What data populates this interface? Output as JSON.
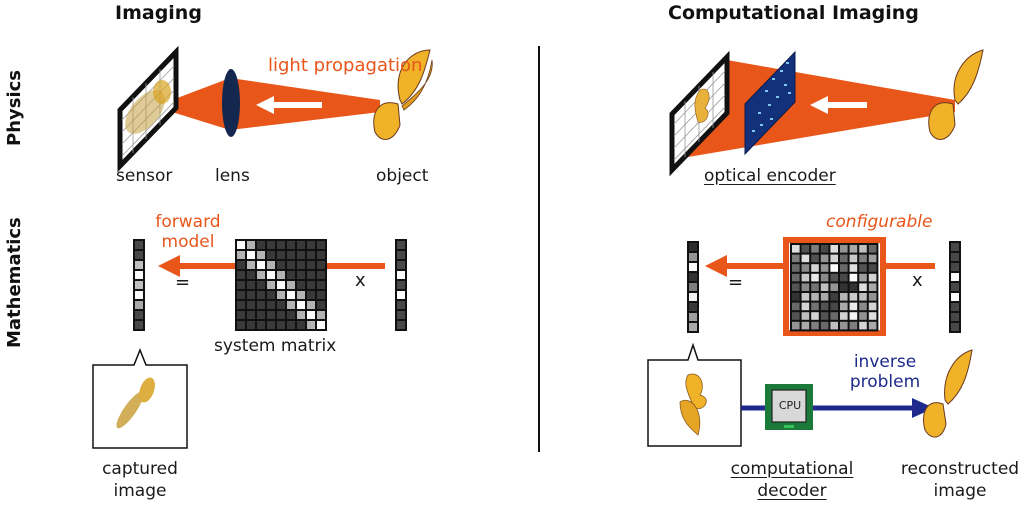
{
  "columns": {
    "left_title": "Imaging",
    "right_title": "Computational Imaging"
  },
  "rows": {
    "physics": "Physics",
    "mathematics": "Mathematics"
  },
  "imaging": {
    "physics": {
      "caption_light": "light propagation",
      "sensor": "sensor",
      "lens": "lens",
      "object": "object"
    },
    "math": {
      "forward_model": [
        "forward",
        "model"
      ],
      "equals": "=",
      "times": "x",
      "system_matrix": "system matrix",
      "captured_image": [
        "captured",
        "image"
      ],
      "output_vector": [
        0.15,
        0.15,
        0.7,
        1.0,
        0.7,
        1.0,
        0.6,
        0.15,
        0.15
      ],
      "input_vector": [
        0.15,
        0.15,
        0.15,
        1.0,
        0.15,
        1.0,
        0.15,
        0.15,
        0.15
      ],
      "matrix_type": "banded-diagonal"
    }
  },
  "computational": {
    "physics": {
      "optical_encoder": "optical encoder"
    },
    "math": {
      "configurable": "configurable",
      "equals": "=",
      "times": "x",
      "output_vector": [
        0.02,
        0.5,
        1.0,
        0.05,
        0.4,
        0.95,
        0.08,
        0.55,
        0.6
      ],
      "input_vector": [
        0.15,
        0.15,
        0.15,
        1.0,
        0.15,
        1.0,
        0.15,
        0.15,
        0.15
      ],
      "matrix": [
        [
          0.85,
          0.2,
          0.4,
          0.15,
          0.85,
          0.5,
          0.6,
          0.7,
          0.3
        ],
        [
          0.4,
          0.85,
          0.2,
          0.5,
          0.8,
          0.3,
          0.75,
          0.4,
          0.55
        ],
        [
          0.3,
          0.45,
          0.8,
          0.5,
          1.0,
          0.3,
          0.85,
          0.2,
          0.15
        ],
        [
          0.3,
          0.75,
          0.9,
          0.45,
          0.2,
          0.15,
          1.0,
          0.55,
          0.8
        ],
        [
          0.2,
          0.45,
          0.35,
          0.7,
          0.5,
          0.05,
          0.05,
          0.85,
          0.6
        ],
        [
          0.05,
          0.75,
          0.65,
          0.6,
          0.1,
          0.65,
          0.75,
          0.7,
          0.5
        ],
        [
          0.3,
          0.8,
          0.35,
          0.2,
          0.15,
          0.6,
          0.9,
          0.45,
          0.8
        ],
        [
          0.2,
          0.7,
          0.8,
          0.2,
          0.3,
          0.8,
          0.95,
          0.5,
          0.85
        ],
        [
          0.5,
          0.6,
          0.4,
          0.3,
          0.7,
          0.5,
          0.4,
          0.8,
          0.6
        ]
      ],
      "inverse_problem": [
        "inverse",
        "problem"
      ],
      "cpu_label": "CPU",
      "computational_decoder": [
        "computational",
        "decoder"
      ],
      "reconstructed_image": [
        "reconstructed",
        "image"
      ]
    }
  },
  "colors": {
    "orange": "#e8561a",
    "navy": "#1d2a8c",
    "lens": "#13274f",
    "encoder": "#13307a",
    "cpu_green": "#1b7a3a",
    "butterfly": "#f0b229"
  }
}
